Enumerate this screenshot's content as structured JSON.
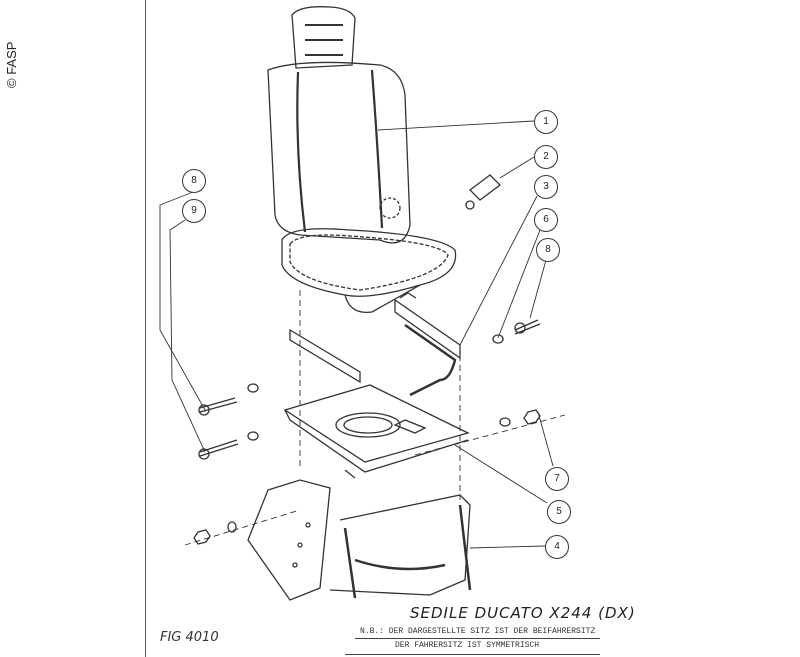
{
  "copyright": "© FASP",
  "callouts": {
    "c1": "1",
    "c2": "2",
    "c3": "3",
    "c6": "6",
    "c8a": "8",
    "c8b": "8",
    "c9": "9",
    "c7": "7",
    "c5": "5",
    "c4": "4"
  },
  "title": "SEDILE DUCATO X244 (DX)",
  "note_line1": "N.B.: DER DARGESTELLTE SITZ IST DER BEIFAHRERSITZ",
  "note_line2": "DER FAHRERSITZ IST SYMMETRISCH",
  "figure_label": "FIG 4010"
}
